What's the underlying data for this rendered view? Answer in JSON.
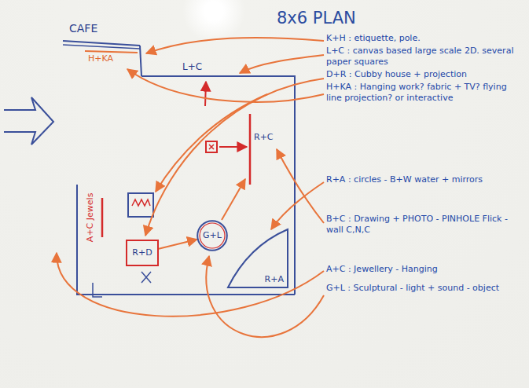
{
  "diagram": {
    "title": "8x6 PLAN",
    "nodes": [
      {
        "text": [
          "G+L"
        ]
      },
      {
        "text": [
          "R+D"
        ]
      },
      {
        "text": [
          "R+A"
        ]
      }
    ],
    "edges": [
      {
        "from": 1,
        "to": 0,
        "arrow": "to"
      }
    ],
    "labels": [
      "CAFE",
      "H+KA",
      "L+C",
      "R+C",
      "A+C Jewels",
      "K+H : etiquette, pole.",
      "L+C : canvas based large scale 2D. several paper squares",
      "D+R : Cubby house + projection",
      "H+KA : Hanging work? fabric + TV? flying line projection? or interactive",
      "R+A : circles - B+W water + mirrors",
      "B+C : Drawing + PHOTO - PINHOLE Flick - wall C,N,C",
      "A+C : Jewellery - Hanging",
      "G+L : Sculptural - light + sound - object"
    ]
  }
}
